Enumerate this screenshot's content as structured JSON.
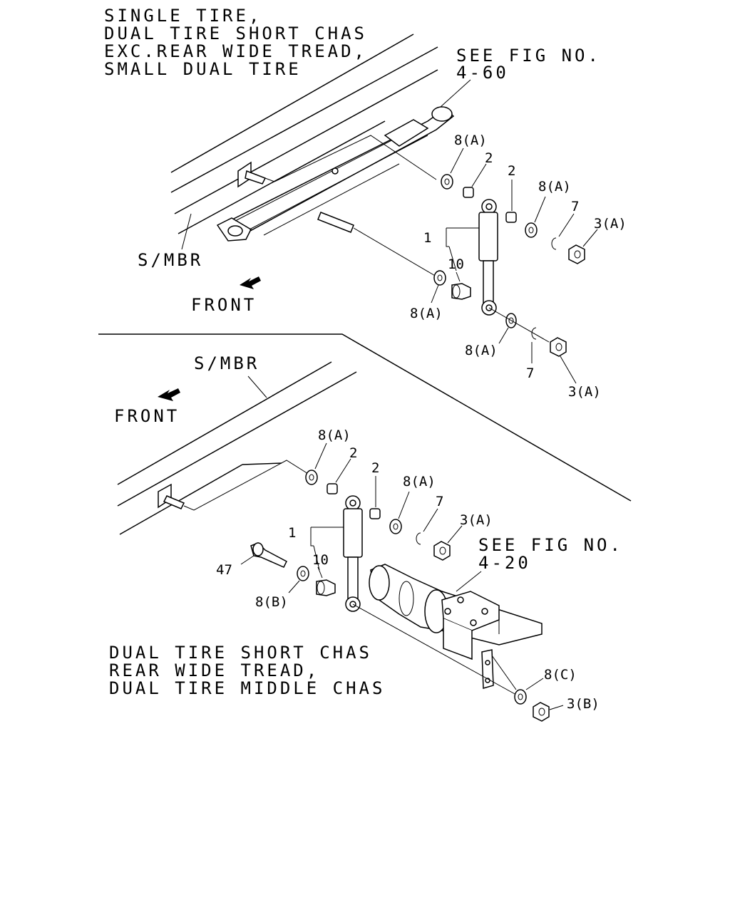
{
  "top_section": {
    "applicability": [
      "SINGLE TIRE,",
      "DUAL TIRE SHORT CHAS",
      "EXC.REAR WIDE TREAD,",
      "SMALL DUAL TIRE"
    ],
    "see_fig": [
      "SEE FIG NO.",
      "4-60"
    ],
    "member_label": "S/MBR",
    "front_label": "FRONT",
    "callouts": {
      "shock": "1",
      "bushing_a": "2",
      "bushing_b": "2",
      "washer_top_left": "8(A)",
      "washer_top_right": "8(A)",
      "washer_bottom_left": "8(A)",
      "washer_bottom_right": "8(A)",
      "clip_top": "7",
      "clip_bottom": "7",
      "nut_top": "3(A)",
      "nut_bottom": "3(A)",
      "bushing_lower": "10"
    }
  },
  "bottom_section": {
    "applicability": [
      "DUAL TIRE SHORT CHAS",
      "REAR WIDE TREAD,",
      "DUAL TIRE MIDDLE CHAS"
    ],
    "see_fig": [
      "SEE FIG NO.",
      "4-20"
    ],
    "member_label": "S/MBR",
    "front_label": "FRONT",
    "callouts": {
      "shock": "1",
      "bushing_a": "2",
      "bushing_b": "2",
      "washer_top_left": "8(A)",
      "washer_top_right": "8(A)",
      "clip": "7",
      "nut_top": "3(A)",
      "bushing_lower": "10",
      "bolt": "47",
      "washer_bolt": "8(B)",
      "washer_axle": "8(C)",
      "nut_axle": "3(B)"
    }
  }
}
